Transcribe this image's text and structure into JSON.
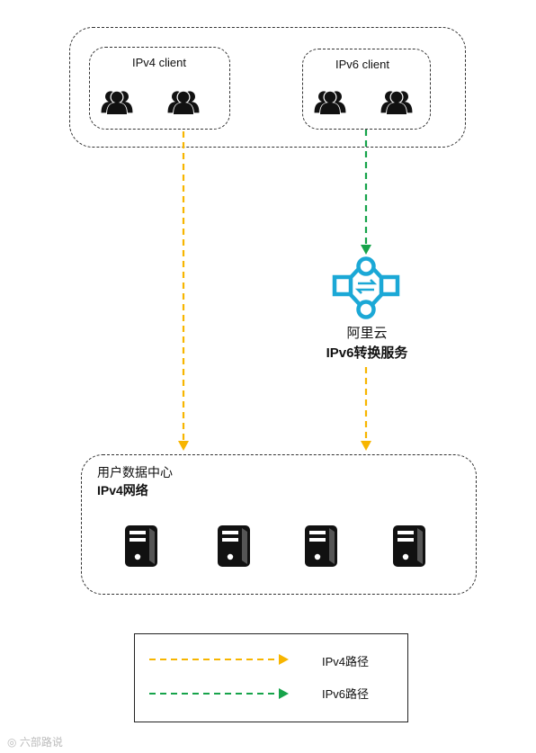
{
  "colors": {
    "ipv4_path": "#F7B500",
    "ipv6_path": "#16A34A",
    "service_icon": "#1BA8D6",
    "border": "#333333"
  },
  "clients": {
    "ipv4_label": "IPv4 client",
    "ipv6_label": "IPv6 client",
    "icon": "users-group-icon"
  },
  "service": {
    "name_line1": "阿里云",
    "name_line2": "IPv6转换服务",
    "icon": "translation-service-icon"
  },
  "datacenter": {
    "title_line1": "用户数据中心",
    "title_line2": "IPv4网络",
    "server_icon": "server-tower-icon",
    "server_count": 4
  },
  "legend": {
    "ipv4_label": "IPv4路径",
    "ipv6_label": "IPv6路径"
  },
  "watermark": "六部路说"
}
